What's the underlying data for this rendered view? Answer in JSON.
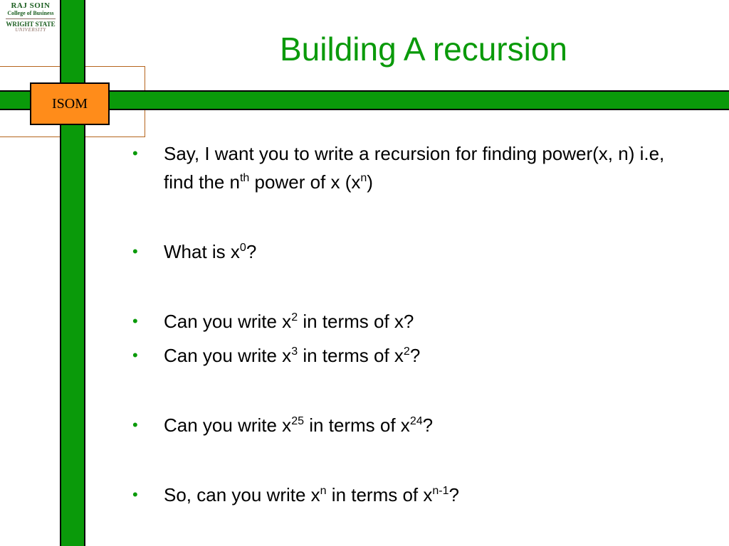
{
  "logo": {
    "line1": "RAJ SOIN",
    "line2": "College of Business",
    "line3": "WRIGHT STATE",
    "line4": "UNIVERSITY"
  },
  "isom_label": "ISOM",
  "title": "Building A recursion",
  "bullets": [
    {
      "parts": [
        "Say, I want you to write a recursion for finding power(x, n) i.e, find the n",
        "th",
        " power of x (x",
        "n",
        ")"
      ]
    },
    {
      "parts": [
        "What is x",
        "0",
        "?"
      ]
    },
    {
      "parts": [
        "Can you write x",
        "2",
        " in terms of x?"
      ]
    },
    {
      "parts": [
        "Can you write x",
        "3",
        " in terms of x",
        "2",
        "?"
      ]
    },
    {
      "parts": [
        "Can you write x",
        "25",
        " in terms of x",
        "24",
        "?"
      ]
    },
    {
      "parts": [
        "So, can you write x",
        "n",
        " in terms of x",
        "n-1",
        "?"
      ]
    }
  ],
  "colors": {
    "accent_green": "#0a9a0a",
    "isom_orange": "#ff8c1a"
  }
}
